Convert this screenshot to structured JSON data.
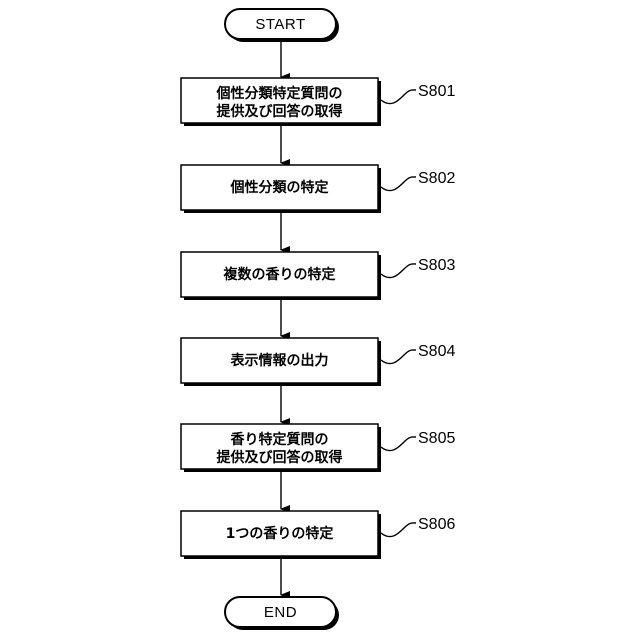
{
  "flowchart": {
    "start_label": "START",
    "end_label": "END",
    "steps": [
      {
        "id": "S801",
        "lines": [
          "個性分類特定質問の",
          "提供及び回答の取得"
        ]
      },
      {
        "id": "S802",
        "lines": [
          "個性分類の特定"
        ]
      },
      {
        "id": "S803",
        "lines": [
          "複数の香りの特定"
        ]
      },
      {
        "id": "S804",
        "lines": [
          "表示情報の出力"
        ]
      },
      {
        "id": "S805",
        "lines": [
          "香り特定質問の",
          "提供及び回答の取得"
        ]
      },
      {
        "id": "S806",
        "lines": [
          "1つの香りの特定"
        ]
      }
    ]
  }
}
